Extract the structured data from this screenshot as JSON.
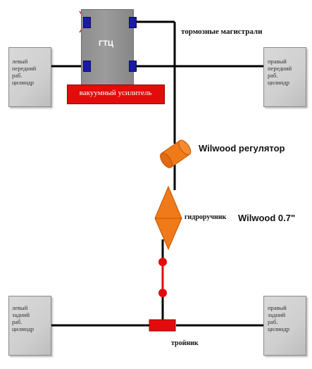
{
  "master_cylinder": {
    "label": "ГТЦ",
    "color": "#999999"
  },
  "booster": {
    "label": "вакуумный усилитель",
    "color": "#e30c0c"
  },
  "labels": {
    "brake_lines": "тормозные магистрали",
    "wilwood_regulator": "Wilwood регулятор",
    "handbrake_text": "гидроручник",
    "handbrake_brand": "Wilwood 0.7\"",
    "tee": "тройник"
  },
  "wheel_cylinders": {
    "front_left": "левый\nпередний\nраб.\nцилиндр",
    "front_right": "правый\nпередний\nраб.\nцилиндр",
    "rear_left": "левый\nзадний\nраб.\nцилиндр",
    "rear_right": "правый\nзадний\nраб.\nцилиндр"
  },
  "colors": {
    "line": "#000000",
    "orange": "#f07a1a",
    "port": "#1a1aa8",
    "red": "#e30c0c"
  }
}
